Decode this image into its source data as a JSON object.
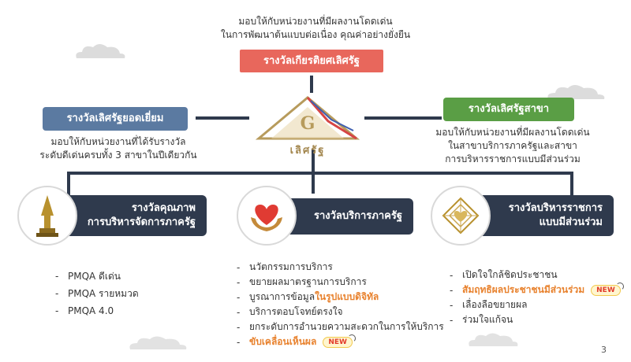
{
  "top": {
    "caption_line1": "มอบให้กับหน่วยงานที่มีผลงานโดดเด่น",
    "caption_line2": "ในการพัฒนาต้นแบบต่อเนื่อง คุณค่าอย่างยั่งยืน",
    "badge": "รางวัลเกียรติยศเลิศรัฐ"
  },
  "left": {
    "badge": "รางวัลเลิศรัฐยอดเยี่ยม",
    "caption_line1": "มอบให้กับหน่วยงานที่ได้รับรางวัล",
    "caption_line2": "ระดับดีเด่นครบทั้ง 3 สาขาในปีเดียวกัน"
  },
  "right": {
    "badge": "รางวัลเลิศรัฐสาขา",
    "caption_line1": "มอบให้กับหน่วยงานที่มีผลงานโดดเด่น",
    "caption_line2": "ในสาขาบริการภาครัฐและสาขา",
    "caption_line3": "การบริหารราชการแบบมีส่วนร่วม"
  },
  "logo": {
    "text": "เลิศรัฐ",
    "icon": "lertrat-logo"
  },
  "cards": {
    "quality": {
      "line1": "รางวัลคุณภาพ",
      "line2": "การบริหารจัดการภาครัฐ",
      "icon": "trophy-icon",
      "items": [
        "PMQA ดีเด่น",
        "PMQA รายหมวด",
        "PMQA 4.0"
      ]
    },
    "service": {
      "title": "รางวัลบริการภาครัฐ",
      "icon": "heart-hands-icon",
      "items": [
        "นวัตกรรมการบริการ",
        "ขยายผลมาตรฐานการบริการ",
        "บูรณาการข้อมูล",
        "บริการตอบโจทย์ตรงใจ",
        "ยกระดับการอำนวยความสะดวกในการให้บริการ",
        "ขับเคลื่อนเห็นผล"
      ],
      "item3_highlight": "ในรูปแบบดิจิทัล",
      "new_label": "NEW"
    },
    "participation": {
      "line1": "รางวัลบริหารราชการ",
      "line2": "แบบมีส่วนร่วม",
      "icon": "diamond-heart-icon",
      "items": [
        "เปิดใจใกล้ชิดประชาชน",
        "สัมฤทธิผลประชาชนมีส่วนร่วม",
        "เลื่องลือขยายผล",
        "ร่วมใจแก้จน"
      ],
      "new_label": "NEW"
    }
  },
  "page_number": "3",
  "colors": {
    "top_badge": "#e8675c",
    "left_badge": "#5b7aa1",
    "right_badge": "#5a9e45",
    "dark_card": "#2f3a4d",
    "highlight": "#e8822e"
  }
}
